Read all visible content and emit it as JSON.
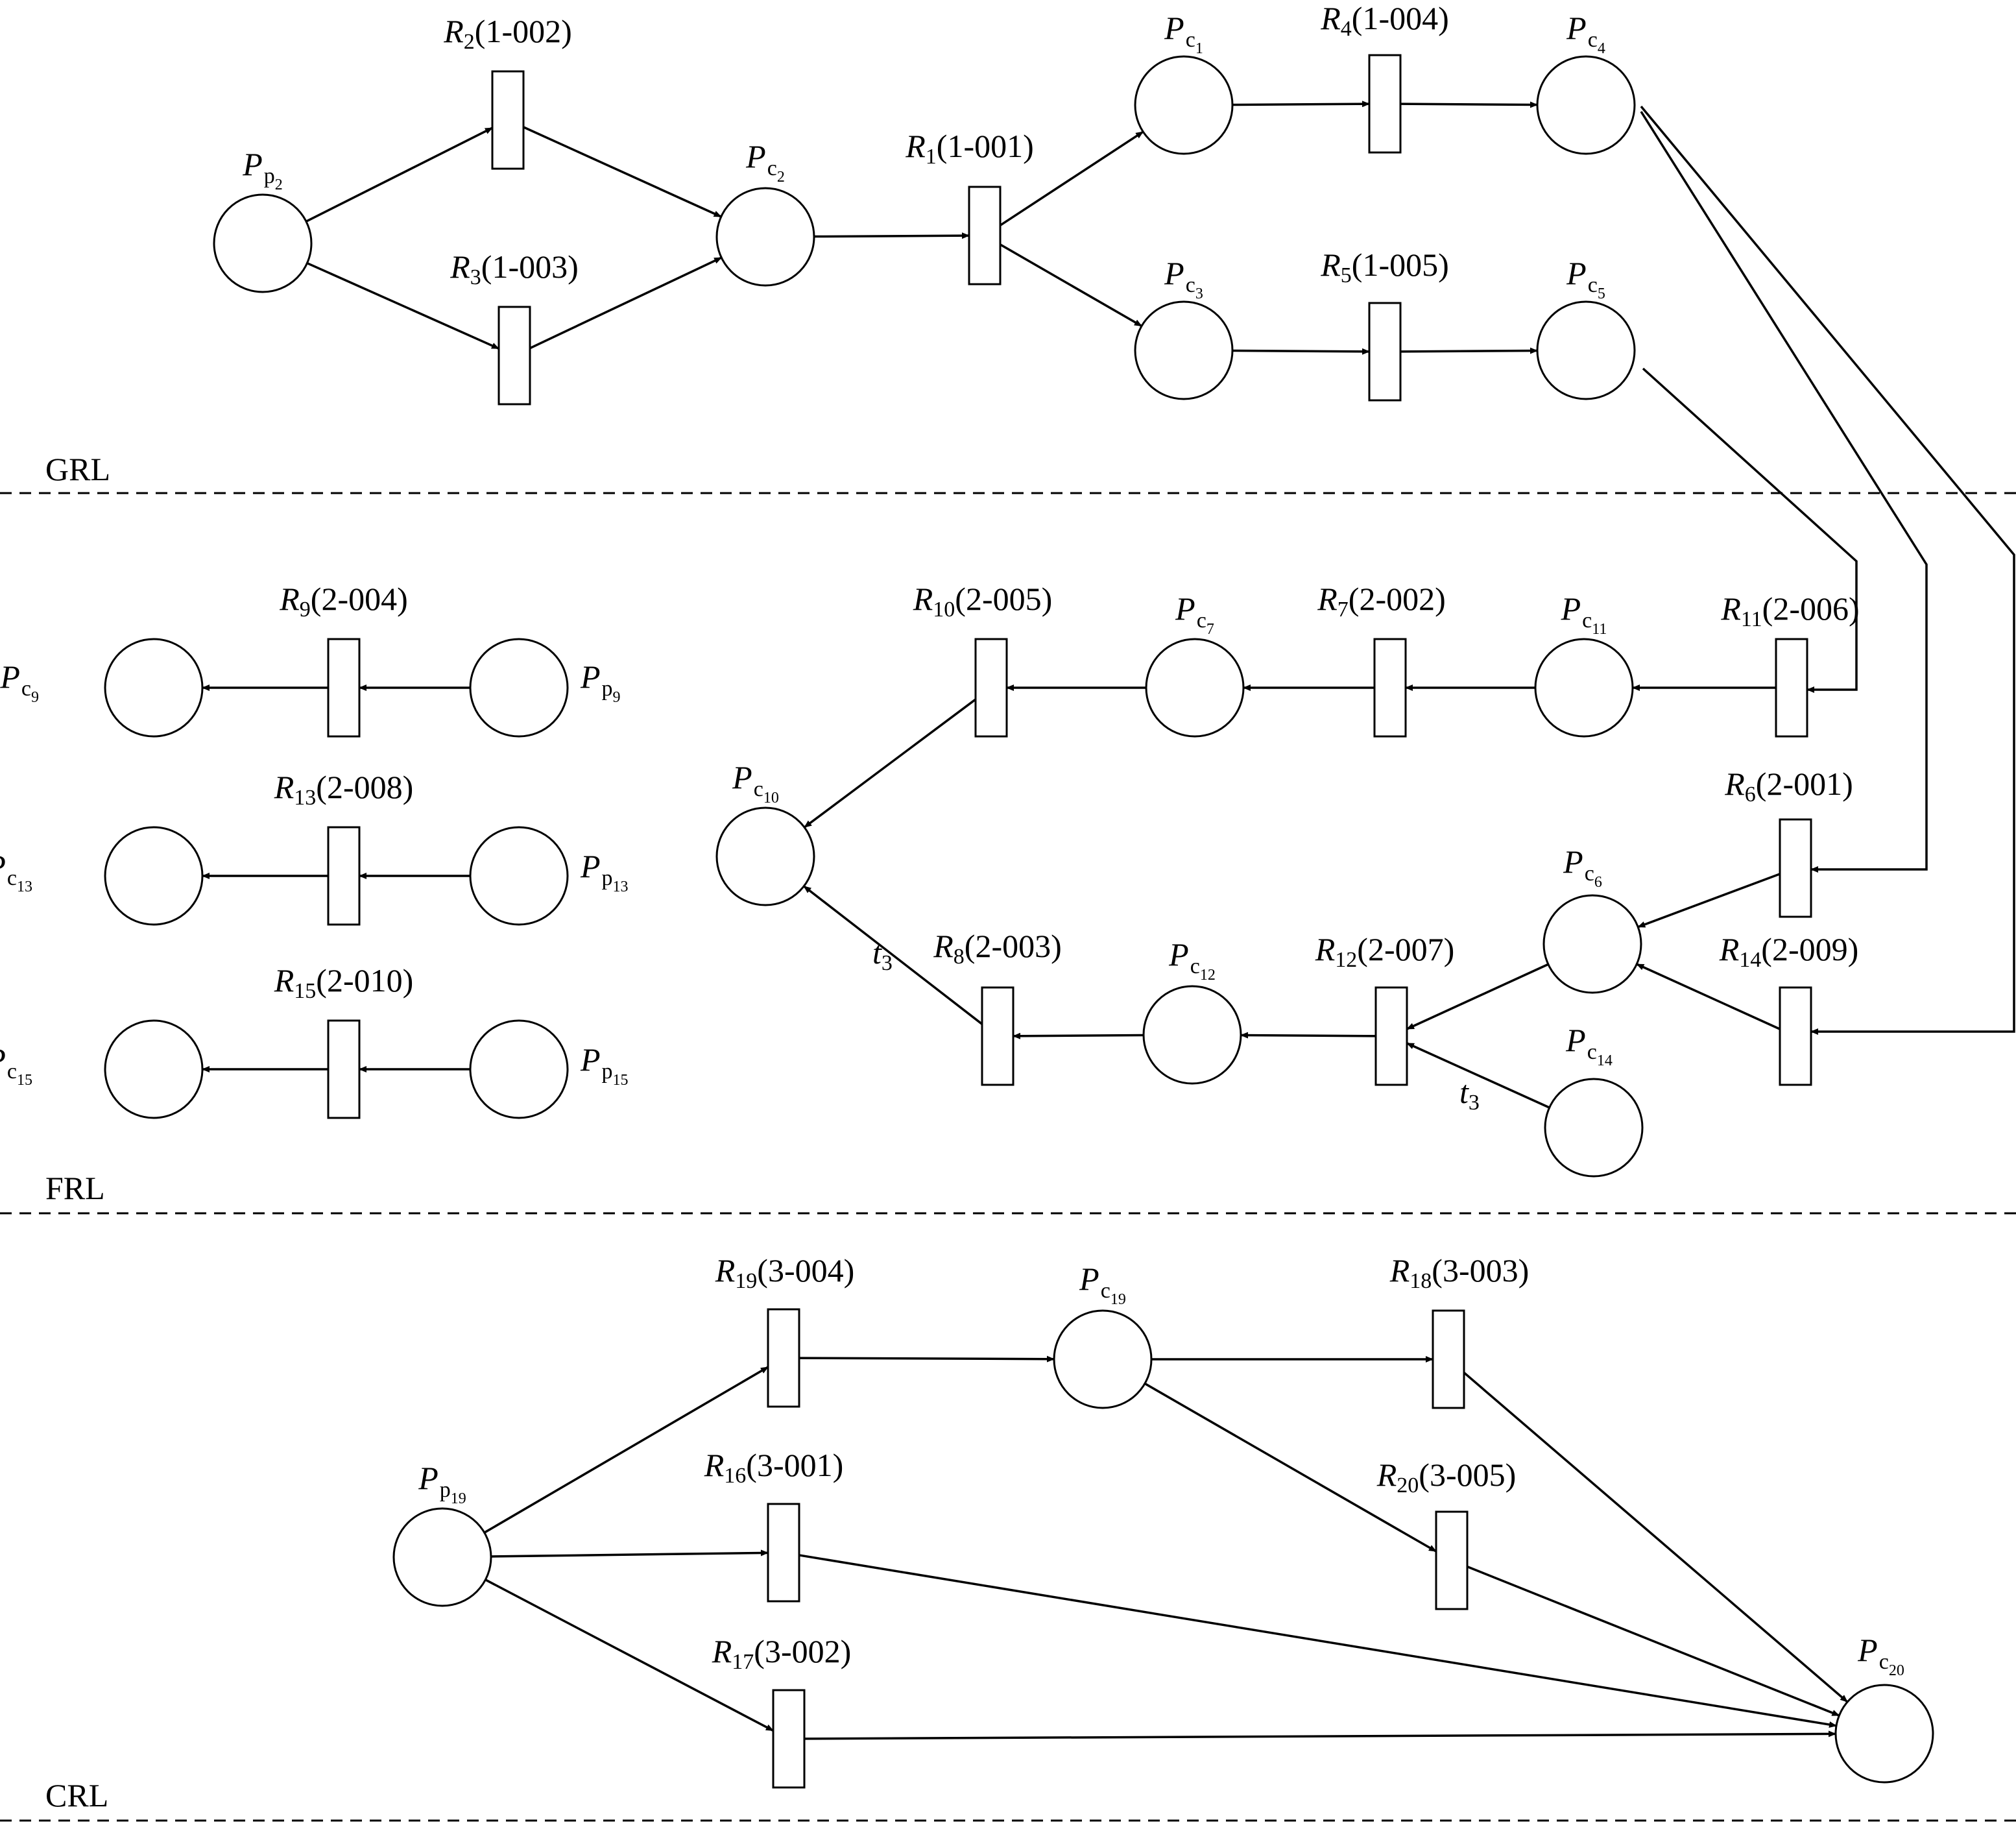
{
  "layers": [
    {
      "id": "grl",
      "label": "GRL"
    },
    {
      "id": "frl",
      "label": "FRL"
    },
    {
      "id": "crl",
      "label": "CRL"
    }
  ],
  "places": [
    {
      "id": "Pp2",
      "kind": "p",
      "num": "2"
    },
    {
      "id": "Pc2",
      "kind": "c",
      "num": "2"
    },
    {
      "id": "Pc1",
      "kind": "c",
      "num": "1"
    },
    {
      "id": "Pc3",
      "kind": "c",
      "num": "3"
    },
    {
      "id": "Pc4",
      "kind": "c",
      "num": "4"
    },
    {
      "id": "Pc5",
      "kind": "c",
      "num": "5"
    },
    {
      "id": "Pc9",
      "kind": "c",
      "num": "9"
    },
    {
      "id": "Pp9",
      "kind": "p",
      "num": "9"
    },
    {
      "id": "Pc13",
      "kind": "c",
      "num": "13"
    },
    {
      "id": "Pp13",
      "kind": "p",
      "num": "13"
    },
    {
      "id": "Pc15",
      "kind": "c",
      "num": "15"
    },
    {
      "id": "Pp15",
      "kind": "p",
      "num": "15"
    },
    {
      "id": "Pc10",
      "kind": "c",
      "num": "10"
    },
    {
      "id": "Pc7",
      "kind": "c",
      "num": "7"
    },
    {
      "id": "Pc11",
      "kind": "c",
      "num": "11"
    },
    {
      "id": "Pc6",
      "kind": "c",
      "num": "6"
    },
    {
      "id": "Pc12",
      "kind": "c",
      "num": "12"
    },
    {
      "id": "Pc14",
      "kind": "c",
      "num": "14"
    },
    {
      "id": "Pp19",
      "kind": "p",
      "num": "19"
    },
    {
      "id": "Pc19",
      "kind": "c",
      "num": "19"
    },
    {
      "id": "Pc20",
      "kind": "c",
      "num": "20"
    }
  ],
  "transitions": [
    {
      "id": "R2",
      "num": "2",
      "code": "(1-002)"
    },
    {
      "id": "R3",
      "num": "3",
      "code": "(1-003)"
    },
    {
      "id": "R1",
      "num": "1",
      "code": "(1-001)"
    },
    {
      "id": "R4",
      "num": "4",
      "code": "(1-004)"
    },
    {
      "id": "R5",
      "num": "5",
      "code": "(1-005)"
    },
    {
      "id": "R9",
      "num": "9",
      "code": "(2-004)"
    },
    {
      "id": "R13",
      "num": "13",
      "code": "(2-008)"
    },
    {
      "id": "R15",
      "num": "15",
      "code": "(2-010)"
    },
    {
      "id": "R10",
      "num": "10",
      "code": "(2-005)"
    },
    {
      "id": "R7",
      "num": "7",
      "code": "(2-002)"
    },
    {
      "id": "R11",
      "num": "11",
      "code": "(2-006)"
    },
    {
      "id": "R6",
      "num": "6",
      "code": "(2-001)"
    },
    {
      "id": "R8",
      "num": "8",
      "code": "(2-003)"
    },
    {
      "id": "R12",
      "num": "12",
      "code": "(2-007)"
    },
    {
      "id": "R14",
      "num": "14",
      "code": "(2-009)"
    },
    {
      "id": "R19",
      "num": "19",
      "code": "(3-004)"
    },
    {
      "id": "R18",
      "num": "18",
      "code": "(3-003)"
    },
    {
      "id": "R16",
      "num": "16",
      "code": "(3-001)"
    },
    {
      "id": "R20",
      "num": "20",
      "code": "(3-005)"
    },
    {
      "id": "R17",
      "num": "17",
      "code": "(3-002)"
    }
  ],
  "arcs": [
    {
      "from": "Pp2",
      "to": "R2"
    },
    {
      "from": "Pp2",
      "to": "R3"
    },
    {
      "from": "R2",
      "to": "Pc2"
    },
    {
      "from": "R3",
      "to": "Pc2"
    },
    {
      "from": "Pc2",
      "to": "R1"
    },
    {
      "from": "R1",
      "to": "Pc1"
    },
    {
      "from": "R1",
      "to": "Pc3"
    },
    {
      "from": "Pc1",
      "to": "R4"
    },
    {
      "from": "R4",
      "to": "Pc4"
    },
    {
      "from": "Pc3",
      "to": "R5"
    },
    {
      "from": "R5",
      "to": "Pc5"
    },
    {
      "from": "Pc5",
      "to": "R11"
    },
    {
      "from": "Pc4",
      "to": "R6"
    },
    {
      "from": "Pc4",
      "to": "R14"
    },
    {
      "from": "R11",
      "to": "Pc11"
    },
    {
      "from": "Pc11",
      "to": "R7"
    },
    {
      "from": "R7",
      "to": "Pc7"
    },
    {
      "from": "Pc7",
      "to": "R10"
    },
    {
      "from": "R10",
      "to": "Pc10"
    },
    {
      "from": "R6",
      "to": "Pc6"
    },
    {
      "from": "R14",
      "to": "Pc6"
    },
    {
      "from": "Pc6",
      "to": "R12"
    },
    {
      "from": "Pc14",
      "to": "R12",
      "label": "t",
      "label_sub": "3"
    },
    {
      "from": "R12",
      "to": "Pc12"
    },
    {
      "from": "Pc12",
      "to": "R8"
    },
    {
      "from": "R8",
      "to": "Pc10",
      "label": "t",
      "label_sub": "3"
    },
    {
      "from": "Pp9",
      "to": "R9"
    },
    {
      "from": "R9",
      "to": "Pc9"
    },
    {
      "from": "Pp13",
      "to": "R13"
    },
    {
      "from": "R13",
      "to": "Pc13"
    },
    {
      "from": "Pp15",
      "to": "R15"
    },
    {
      "from": "R15",
      "to": "Pc15"
    },
    {
      "from": "Pp19",
      "to": "R19"
    },
    {
      "from": "Pp19",
      "to": "R16"
    },
    {
      "from": "Pp19",
      "to": "R17"
    },
    {
      "from": "R19",
      "to": "Pc19"
    },
    {
      "from": "Pc19",
      "to": "R18"
    },
    {
      "from": "Pc19",
      "to": "R20"
    },
    {
      "from": "R18",
      "to": "Pc20"
    },
    {
      "from": "R20",
      "to": "Pc20"
    },
    {
      "from": "R16",
      "to": "Pc20"
    },
    {
      "from": "R17",
      "to": "Pc20"
    }
  ],
  "colors": {
    "stroke": "#000000",
    "background": "#ffffff"
  }
}
